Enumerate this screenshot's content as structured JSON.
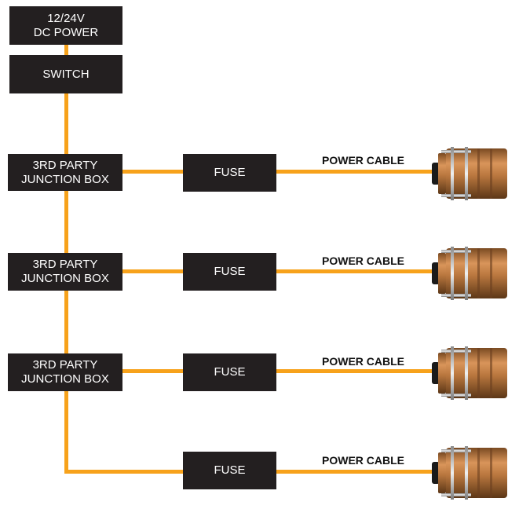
{
  "colors": {
    "wire": "#f7a21b",
    "box_fill": "#231f20",
    "box_text": "#ffffff",
    "bronze": "#b8763e"
  },
  "power_box": {
    "line1": "12/24V",
    "line2": "DC POWER"
  },
  "switch_box": {
    "label": "SWITCH"
  },
  "junction_boxes": [
    {
      "line1": "3RD PARTY",
      "line2": "JUNCTION BOX"
    },
    {
      "line1": "3RD PARTY",
      "line2": "JUNCTION BOX"
    },
    {
      "line1": "3RD PARTY",
      "line2": "JUNCTION BOX"
    }
  ],
  "fuses": [
    {
      "label": "FUSE"
    },
    {
      "label": "FUSE"
    },
    {
      "label": "FUSE"
    },
    {
      "label": "FUSE"
    }
  ],
  "cables": [
    {
      "label": "POWER CABLE",
      "light_icon": "bronze-light-fixture-icon"
    },
    {
      "label": "POWER CABLE",
      "light_icon": "bronze-light-fixture-icon"
    },
    {
      "label": "POWER CABLE",
      "light_icon": "bronze-light-fixture-icon"
    },
    {
      "label": "POWER CABLE",
      "light_icon": "bronze-light-fixture-icon"
    }
  ]
}
